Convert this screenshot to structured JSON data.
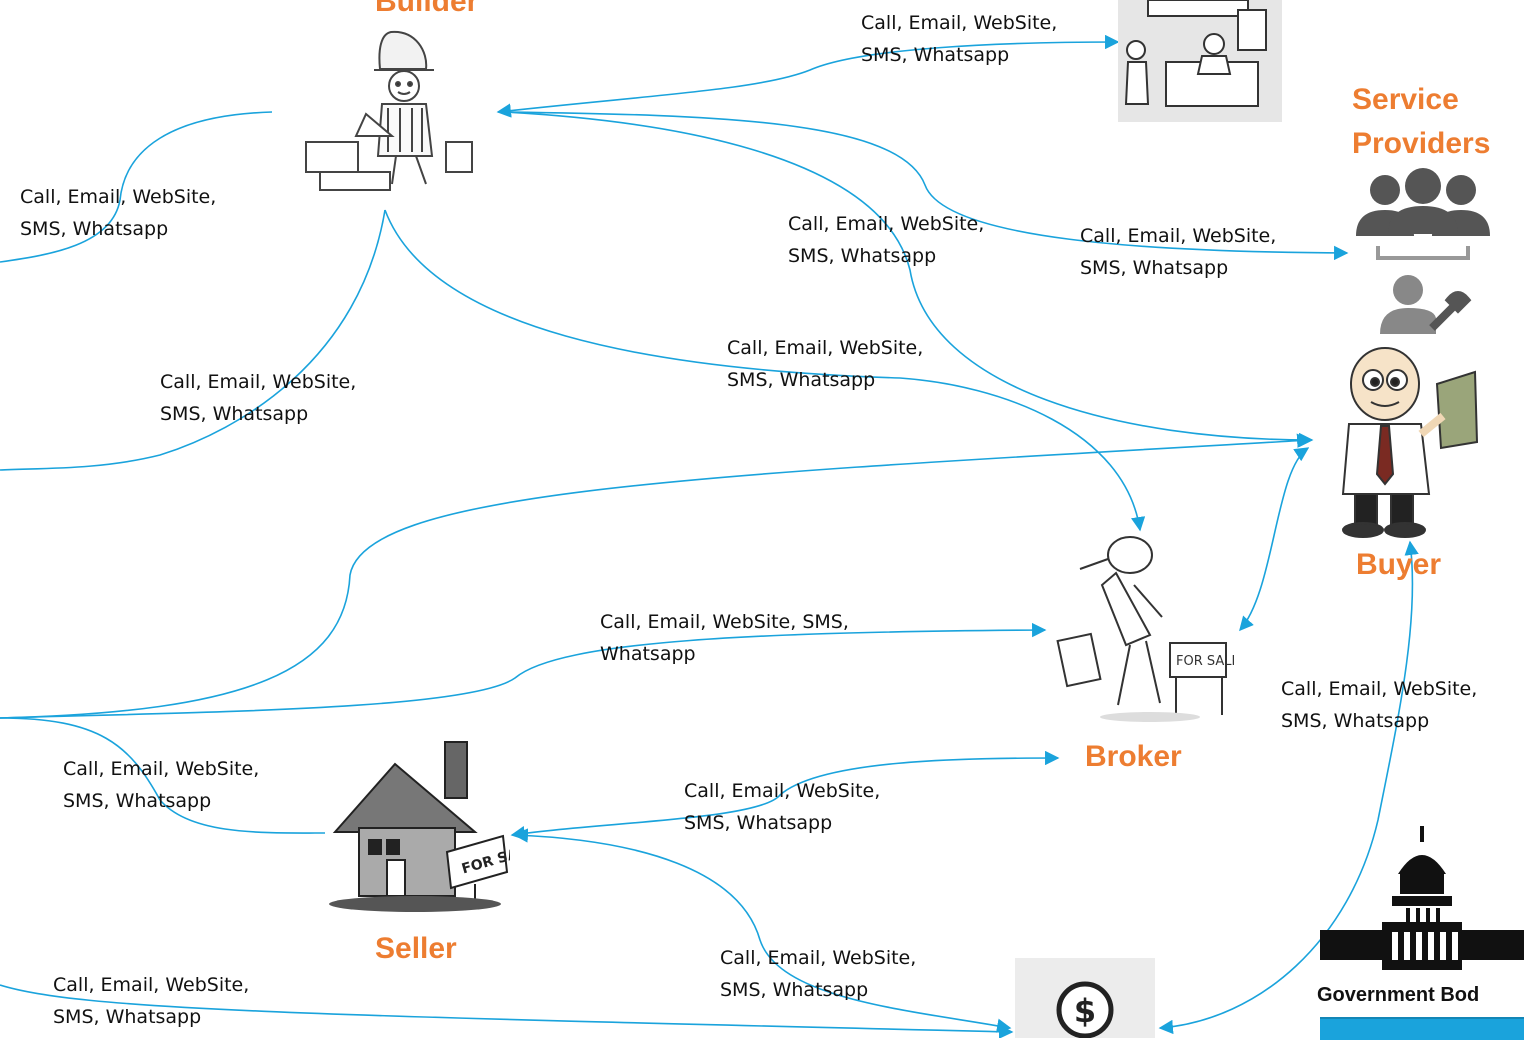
{
  "actors": {
    "builder": "Builder",
    "service_providers_line1": "Service",
    "service_providers_line2": "Providers",
    "buyer": "Buyer",
    "broker": "Broker",
    "seller": "Seller",
    "government": "Government Bod"
  },
  "links": {
    "builder_left": [
      "Call, Email, WebSite,",
      "SMS, Whatsapp"
    ],
    "builder_bank": [
      "Call, Email, WebSite,",
      "SMS, Whatsapp"
    ],
    "builder_office": [
      "Call, Email, WebSite,",
      "SMS, Whatsapp"
    ],
    "builder_buyer": [
      "Call, Email, WebSite,",
      "SMS, Whatsapp"
    ],
    "builder_services": [
      "Call, Email, WebSite,",
      "SMS, Whatsapp"
    ],
    "builder_broker": [
      "Call, Email, WebSite,",
      "SMS, Whatsapp"
    ],
    "left_broker": [
      "Call, Email, WebSite, SMS,",
      "Whatsapp"
    ],
    "left_seller": [
      "Call, Email, WebSite,",
      "SMS, Whatsapp"
    ],
    "seller_broker": [
      "Call, Email, WebSite,",
      "SMS, Whatsapp"
    ],
    "buyer_finance": [
      "Call, Email, WebSite,",
      "SMS, Whatsapp"
    ],
    "seller_finance": [
      "Call, Email, WebSite,",
      "SMS, Whatsapp"
    ],
    "left_finance": [
      "Call, Email, WebSite,",
      "SMS, Whatsapp"
    ]
  },
  "icons": {
    "builder": "builder-figure-icon",
    "office": "office-desk-icon",
    "services": "service-group-icon",
    "buyer": "buyer-with-money-icon",
    "broker": "broker-for-sale-icon",
    "seller": "house-for-sale-icon",
    "finance": "dollar-coin-icon",
    "government": "capitol-building-icon"
  },
  "colors": {
    "connector": "#1aa3dc",
    "actor_label": "#ed7d31"
  }
}
